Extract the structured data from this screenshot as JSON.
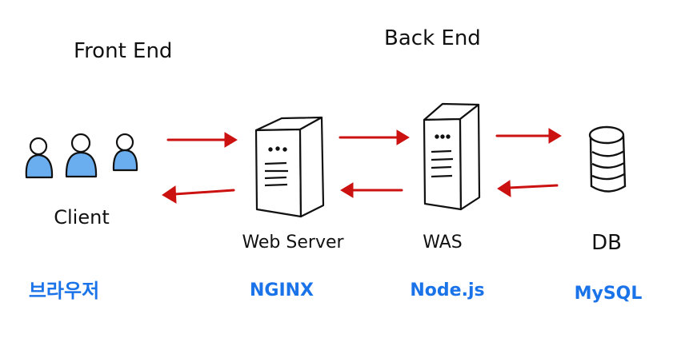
{
  "sections": {
    "front_end": "Front End",
    "back_end": "Back End"
  },
  "nodes": [
    {
      "id": "client",
      "label": "Client",
      "tech": "브라우저",
      "icon": "users-icon"
    },
    {
      "id": "web-server",
      "label": "Web Server",
      "tech": "NGINX",
      "icon": "server-icon"
    },
    {
      "id": "was",
      "label": "WAS",
      "tech": "Node.js",
      "icon": "server-icon"
    },
    {
      "id": "db",
      "label": "DB",
      "tech": "MySQL",
      "icon": "database-icon"
    }
  ],
  "colors": {
    "arrow": "#cc1111",
    "tech_label": "#1a73e8",
    "user_fill": "#6aaef0",
    "ink": "#111111"
  }
}
